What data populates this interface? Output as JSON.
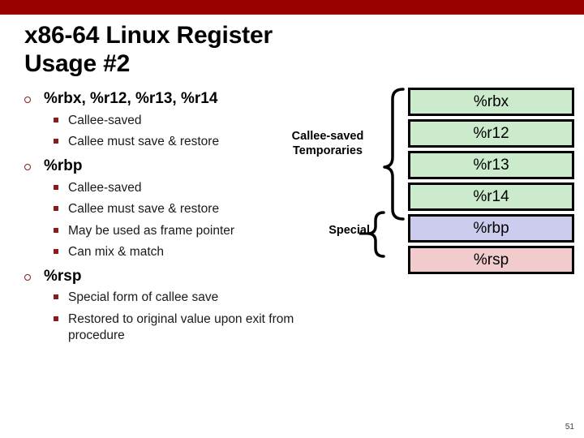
{
  "slide": {
    "title": "x86-64 Linux Register\n Usage #2",
    "page_number": "51",
    "top_bar_color": "#990000"
  },
  "bullets": [
    {
      "heading": "%rbx, %r12, %r13, %r14",
      "sub": [
        "Callee-saved",
        "Callee must save & restore"
      ]
    },
    {
      "heading": "%rbp",
      "sub": [
        "Callee-saved",
        "Callee must save & restore",
        "May be used as frame pointer",
        "Can mix & match"
      ]
    },
    {
      "heading": "%rsp",
      "sub": [
        "Special form of callee save",
        "Restored to original value upon exit from procedure"
      ]
    }
  ],
  "registers": [
    {
      "name": "%rbx",
      "fill": "#CCEBCC"
    },
    {
      "name": "%r12",
      "fill": "#CCEBCC"
    },
    {
      "name": "%r13",
      "fill": "#CCEBCC"
    },
    {
      "name": "%r14",
      "fill": "#CCEBCC"
    },
    {
      "name": "%rbp",
      "fill": "#CCCCEE"
    },
    {
      "name": "%rsp",
      "fill": "#F2CCCC"
    }
  ],
  "annotations": {
    "callee_saved_temporaries": "Callee-saved\nTemporaries",
    "special": "Special"
  }
}
